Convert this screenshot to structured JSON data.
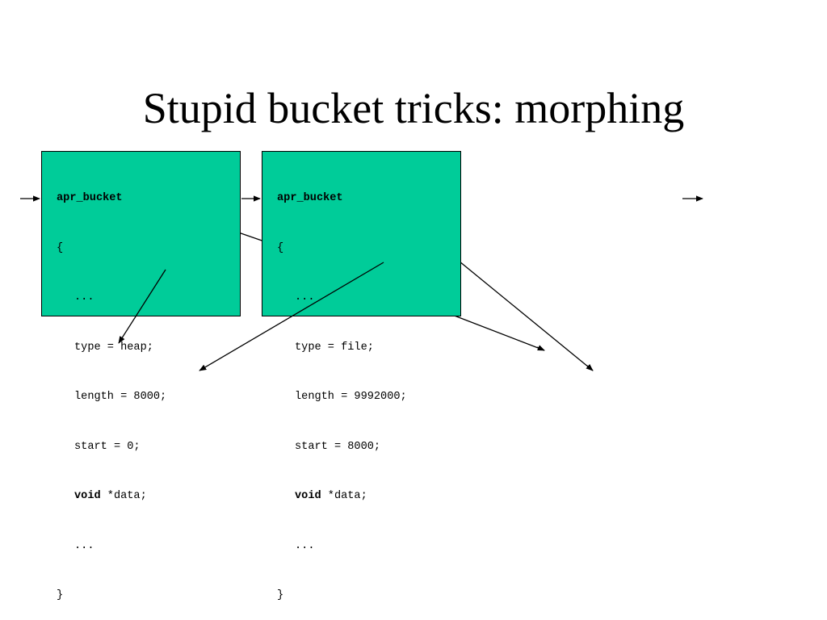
{
  "title": "Stupid bucket tricks: morphing",
  "colors": {
    "bucket_fill": "#00cc99",
    "line": "#000000"
  },
  "buckets": [
    {
      "name": "apr_bucket",
      "open": "{",
      "ellipsis_top": "...",
      "type": "type = heap;",
      "length": "length = 8000;",
      "start": "start = 0;",
      "void_kw": "void",
      "data_field": " *data;",
      "ellipsis_bottom": "...",
      "close": "}"
    },
    {
      "name": "apr_bucket",
      "open": "{",
      "ellipsis_top": "...",
      "type": "type = file;",
      "length": "length = 9992000;",
      "start": "start = 8000;",
      "void_kw": "void",
      "data_field": " *data;",
      "ellipsis_bottom": "...",
      "close": "}"
    }
  ]
}
